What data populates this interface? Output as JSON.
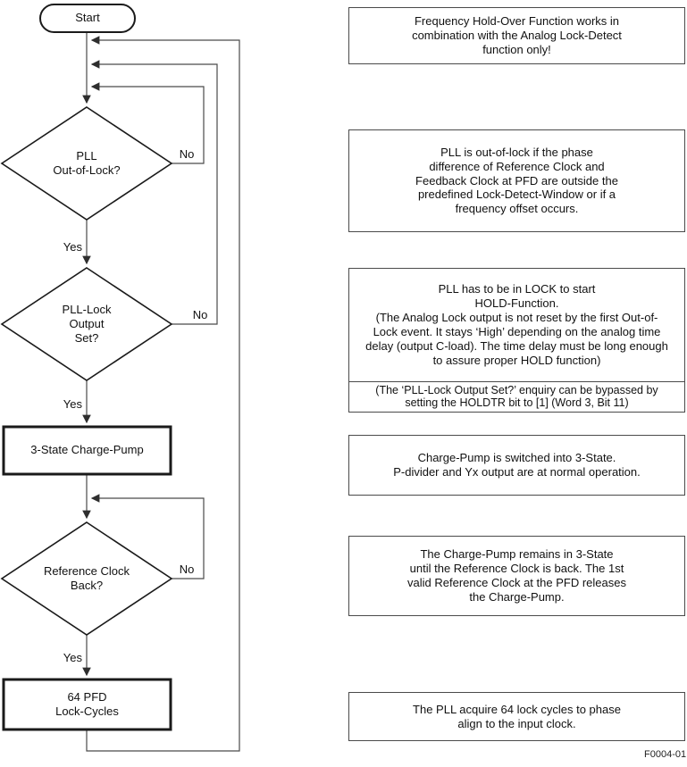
{
  "flowchart": {
    "start": {
      "label": "Start"
    },
    "decisions": [
      {
        "label": "PLL\nOut-of-Lock?",
        "yes_label": "Yes",
        "no_label": "No"
      },
      {
        "label": "PLL-Lock\nOutput\nSet?",
        "yes_label": "Yes",
        "no_label": "No"
      },
      {
        "label": "Reference Clock\nBack?",
        "yes_label": "Yes",
        "no_label": "No"
      }
    ],
    "processes": [
      {
        "label": "3-State Charge-Pump"
      },
      {
        "label": "64 PFD\nLock-Cycles"
      }
    ]
  },
  "notes": [
    {
      "text": "Frequency Hold-Over Function works in\ncombination with the Analog Lock-Detect\nfunction only!"
    },
    {
      "text": "PLL is out-of-lock if the phase\ndifference of Reference Clock and\nFeedback Clock at PFD are outside the\npredefined Lock-Detect-Window or if a\nfrequency offset occurs."
    },
    {
      "text": "PLL has to be in LOCK to start\nHOLD-Function.\n(The Analog Lock output is not reset by the first Out-of-\nLock event. It stays ‘High’ depending on the analog time\ndelay (output C-load). The time delay must be long enough\nto assure proper HOLD function)",
      "subtext": "(The ‘PLL-Lock Output Set?’ enquiry can be bypassed by\nsetting the HOLDTR bit to [1] (Word 3, Bit 11)"
    },
    {
      "text": "Charge-Pump is switched into 3-State.\nP-divider and Yx output are at normal operation."
    },
    {
      "text": "The Charge-Pump remains in 3-State\nuntil the Reference Clock is back. The 1st\nvalid Reference Clock at the PFD releases\nthe Charge-Pump."
    },
    {
      "text": "The PLL acquire 64 lock cycles to phase\nalign to the input clock."
    }
  ],
  "figure_id": "F0004-01",
  "colors": {
    "background": "#ffffff",
    "line": "#4a4a4a",
    "shape_border": "#1a1a1a",
    "text": "#111111"
  }
}
